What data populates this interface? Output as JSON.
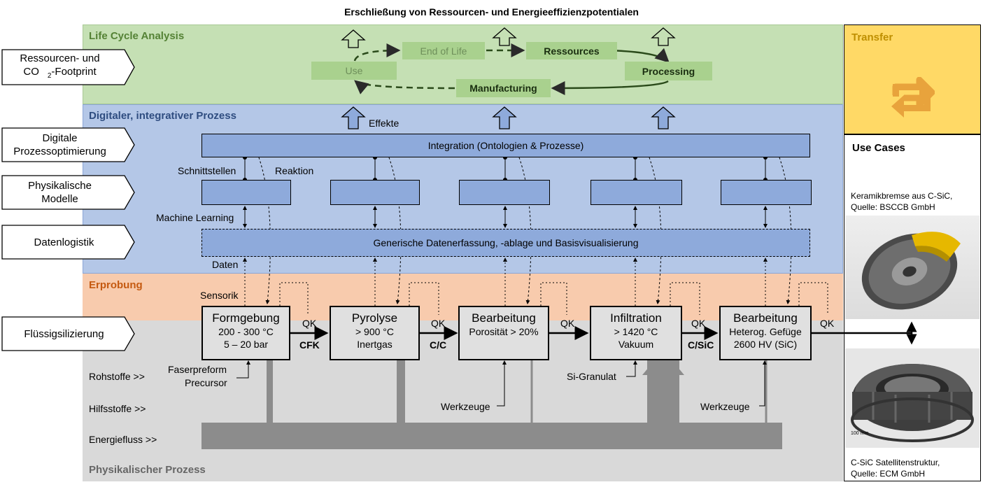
{
  "title": "Erschließung von Ressourcen- und Energieeffizienzpotentialen",
  "bands": {
    "lca": "Life Cycle Analysis",
    "digital": "Digitaler, integrativer Prozess",
    "erprobung": "Erprobung",
    "physical": "Physikalischer Prozess"
  },
  "side_labels": {
    "footprint_line1": "Ressourcen- und",
    "footprint_line2_pre": "CO",
    "footprint_line2_sub": "2",
    "footprint_line2_post": "-Footprint",
    "digital_opt_line1": "Digitale",
    "digital_opt_line2": "Prozessoptimierung",
    "models_line1": "Physikalische",
    "models_line2": "Modelle",
    "datalogistik": "Datenlogistik",
    "fluessig": "Flüssigsilizierung"
  },
  "lifecycle": {
    "end_of_life": "End of Life",
    "ressources": "Ressources",
    "processing": "Processing",
    "manufacturing": "Manufacturing",
    "use": "Use"
  },
  "digital": {
    "effekte": "Effekte",
    "integration": "Integration (Ontologien & Prozesse)",
    "schnittstellen": "Schnittstellen",
    "reaktion": "Reaktion",
    "machine_learning": "Machine Learning",
    "datenerfassung": "Generische Datenerfassung, -ablage und Basisvisualisierung",
    "daten": "Daten",
    "sensorik": "Sensorik"
  },
  "processes": [
    {
      "title": "Formgebung",
      "line1": "200 - 300 °C",
      "line2": "5 – 20 bar"
    },
    {
      "title": "Pyrolyse",
      "line1": "> 900 °C",
      "line2": "Inertgas"
    },
    {
      "title": "Bearbeitung",
      "line1": "Porosität > 20%",
      "line2": ""
    },
    {
      "title": "Infiltration",
      "line1": "> 1420 °C",
      "line2": "Vakuum"
    },
    {
      "title": "Bearbeitung",
      "line1": "Heterog. Gefüge",
      "line2": "2600 HV (SiC)"
    }
  ],
  "qk": "QK",
  "materials": {
    "cfk": "CFK",
    "cc": "C/C",
    "csic": "C/SiC"
  },
  "inputs": {
    "faserpreform": "Faserpreform",
    "precursor": "Precursor",
    "werkzeuge1": "Werkzeuge",
    "si_granulat": "Si-Granulat",
    "werkzeuge2": "Werkzeuge"
  },
  "flows": {
    "rohstoffe": "Rohstoffe >>",
    "hilfsstoffe": "Hilfsstoffe >>",
    "energiefluss": "Energiefluss >>"
  },
  "transfer": {
    "title": "Transfer"
  },
  "use_cases": {
    "title": "Use Cases",
    "case1_line1": "Keramikbremse aus C-SiC,",
    "case1_line2": "Quelle: BSCCB GmbH",
    "case2_line1": "C-SiC Satellitenstruktur,",
    "case2_line2": "Quelle: ECM GmbH",
    "scale": "100 mm"
  },
  "colors": {
    "lca_green": "#c5e0b4",
    "digital_blue": "#b4c7e7",
    "erprobung_orange": "#f8cbad",
    "physical_gray": "#d9d9d9",
    "transfer_yellow": "#ffd966",
    "transfer_icon": "#e8a33c",
    "box_blue": "#8eaadb",
    "lc_green_box": "#a9d18e",
    "energy_gray": "#8c8c8c"
  }
}
